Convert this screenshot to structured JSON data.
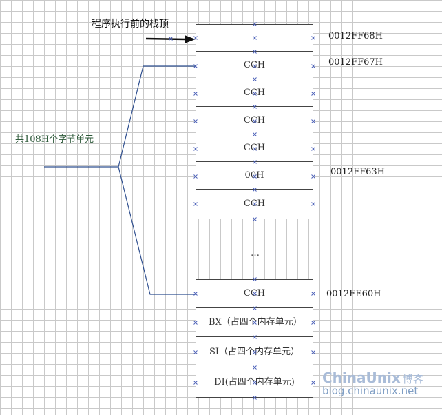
{
  "title_label": "程序执行前的栈顶",
  "side_label": "共108H个字节单元",
  "ellipsis": "…",
  "cells_top": [
    "",
    "CCH",
    "CCH",
    "CCH",
    "CCH",
    "00H",
    "CCH"
  ],
  "cells_bottom": [
    "CCH",
    "BX（占四个内存单元）",
    "SI（占四个内存单元）",
    "DI(占四个内存单元)"
  ],
  "addresses": {
    "a1": "0012FF68H",
    "a2": "0012FF67H",
    "a3": "0012FF63H",
    "a4": "0012FE60H"
  },
  "watermark": {
    "brand": "ChinaUnix",
    "suffix": "博客",
    "url": "blog.chinaunix.net"
  },
  "colors": {
    "arrow": "#111111",
    "brace": "#2f4f8f",
    "marker": "#4a5fb8",
    "side_label": "#2e5a3a"
  }
}
